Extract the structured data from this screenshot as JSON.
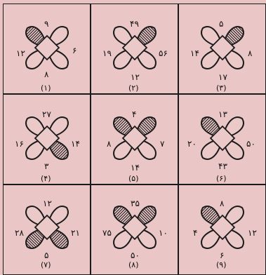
{
  "puzzle": {
    "cells": [
      {
        "label": "(۱)",
        "top": "۹",
        "left": "۱۲",
        "right": "۶",
        "bottom": "۸",
        "hatch": [
          true,
          false,
          false,
          false
        ]
      },
      {
        "label": "(۲)",
        "top": "۴۹",
        "left": "۱۹",
        "right": "۵۶",
        "bottom": "۱۲",
        "hatch": [
          false,
          true,
          false,
          false
        ]
      },
      {
        "label": "(۳)",
        "top": "۵",
        "left": "۱۴",
        "right": "۸",
        "bottom": "۱۷",
        "hatch": [
          false,
          true,
          false,
          false
        ]
      },
      {
        "label": "(۴)",
        "top": "۲۷",
        "left": "۱۶",
        "right": "۱۴",
        "bottom": "۳",
        "hatch": [
          false,
          false,
          true,
          false
        ]
      },
      {
        "label": "(۵)",
        "top": "۴",
        "left": "۸",
        "right": "۷",
        "bottom": "۱۴",
        "hatch": [
          true,
          true,
          false,
          false
        ]
      },
      {
        "label": "(۶)",
        "top": "۱۳",
        "left": "۲۰",
        "right": "۵۰",
        "bottom": "۴۳",
        "hatch": [
          true,
          false,
          false,
          false
        ]
      },
      {
        "label": "(۷)",
        "top": "۱۲",
        "left": "۲۸",
        "right": "۲۱",
        "bottom": "۵",
        "hatch": [
          false,
          false,
          true,
          true
        ]
      },
      {
        "label": "(۸)",
        "top": "۳۵",
        "left": "۷۵",
        "right": "۱۰",
        "bottom": "۵۰",
        "hatch": [
          true,
          true,
          false,
          false
        ]
      },
      {
        "label": "(۹)",
        "top": "۸",
        "left": "۴",
        "right": "۱۲",
        "bottom": "۶",
        "hatch": [
          true,
          false,
          false,
          false
        ]
      }
    ]
  },
  "colors": {
    "background": "#e8c3c3",
    "ink": "#1a1a1a"
  }
}
